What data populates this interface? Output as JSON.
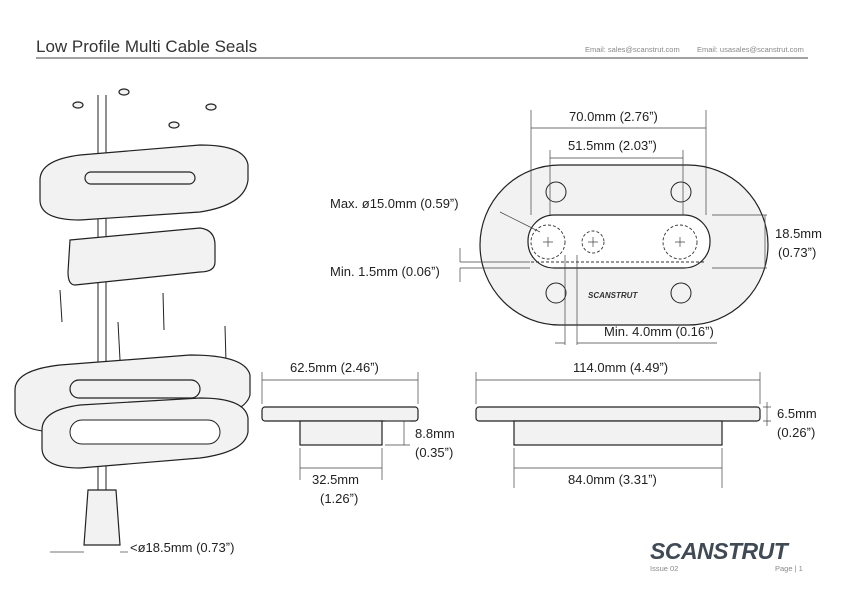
{
  "header": {
    "title": "Low Profile Multi Cable Seals",
    "email_1": "Email: sales@scanstrut.com",
    "email_2": "Email: usasales@scanstrut.com"
  },
  "top_view": {
    "width_outer": "70.0mm (2.76ˮ)",
    "width_inner": "51.5mm (2.03ˮ)",
    "max_diameter": "Max. ø15.0mm (0.59ˮ)",
    "height_mm": "18.5mm",
    "height_in": "(0.73ˮ)",
    "min_edge": "Min. 1.5mm (0.06ˮ)",
    "min_spacing": "Min. 4.0mm (0.16ˮ)",
    "plate_logo": "SCANSTRUT"
  },
  "side_view_short": {
    "overall": "62.5mm (2.46ˮ)",
    "depth_mm": "8.8mm",
    "depth_in": "(0.35ˮ)",
    "base_mm": "32.5mm",
    "base_in": "(1.26ˮ)"
  },
  "side_view_long": {
    "overall": "114.0mm (4.49ˮ)",
    "base": "84.0mm (3.31ˮ)",
    "height_mm": "6.5mm",
    "height_in": "(0.26ˮ)"
  },
  "exploded_view": {
    "cable_diameter": "<ø18.5mm (0.73ˮ)"
  },
  "footer": {
    "logo": "SCANSTRUT",
    "issue": "Issue 02",
    "page": "Page |  1"
  },
  "colors": {
    "text": "#222222",
    "logo": "#3f4a55",
    "muted": "#888888"
  }
}
